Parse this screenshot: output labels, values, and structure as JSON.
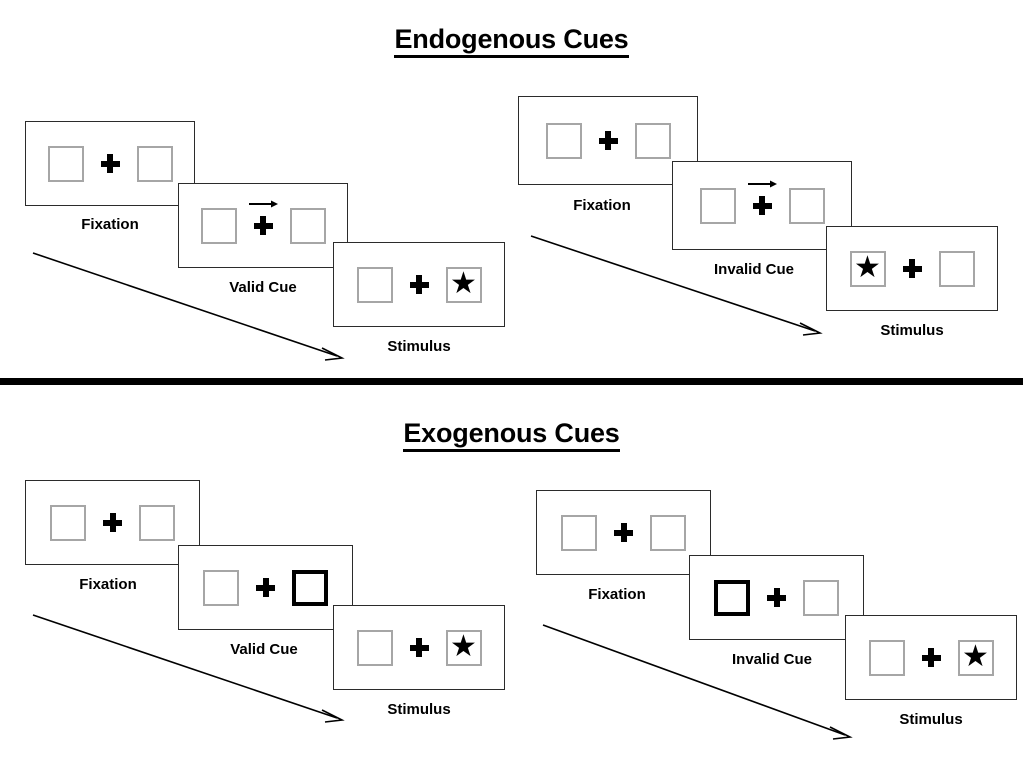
{
  "figure": {
    "title_endogenous": "Endogenous Cues",
    "title_exogenous": "Exogenous Cues",
    "colors": {
      "ink": "#000000",
      "frame_border": "#2b2b2b",
      "box_border": "#a6a6a6",
      "box_highlight": "#000000",
      "background": "#ffffff"
    }
  },
  "labels": {
    "fixation": "Fixation",
    "valid_cue": "Valid Cue",
    "invalid_cue": "Invalid Cue",
    "stimulus": "Stimulus",
    "star_glyph": "★"
  },
  "sections": [
    {
      "id": "endogenous",
      "title": "Endogenous Cues",
      "sequences": [
        {
          "id": "endogenous-valid",
          "frames": [
            {
              "caption": "Fixation",
              "left_box": "empty",
              "right_box": "empty",
              "cue": "none"
            },
            {
              "caption": "Valid Cue",
              "left_box": "empty",
              "right_box": "empty",
              "cue": "arrow-right"
            },
            {
              "caption": "Stimulus",
              "left_box": "empty",
              "right_box": "star",
              "cue": "none"
            }
          ]
        },
        {
          "id": "endogenous-invalid",
          "frames": [
            {
              "caption": "Fixation",
              "left_box": "empty",
              "right_box": "empty",
              "cue": "none"
            },
            {
              "caption": "Invalid Cue",
              "left_box": "empty",
              "right_box": "empty",
              "cue": "arrow-right"
            },
            {
              "caption": "Stimulus",
              "left_box": "star",
              "right_box": "empty",
              "cue": "none"
            }
          ]
        }
      ]
    },
    {
      "id": "exogenous",
      "title": "Exogenous Cues",
      "sequences": [
        {
          "id": "exogenous-valid",
          "frames": [
            {
              "caption": "Fixation",
              "left_box": "empty",
              "right_box": "empty",
              "cue": "none"
            },
            {
              "caption": "Valid Cue",
              "left_box": "empty",
              "right_box": "highlight",
              "cue": "none"
            },
            {
              "caption": "Stimulus",
              "left_box": "empty",
              "right_box": "star",
              "cue": "none"
            }
          ]
        },
        {
          "id": "exogenous-invalid",
          "frames": [
            {
              "caption": "Fixation",
              "left_box": "empty",
              "right_box": "empty",
              "cue": "none"
            },
            {
              "caption": "Invalid Cue",
              "left_box": "highlight",
              "right_box": "empty",
              "cue": "none"
            },
            {
              "caption": "Stimulus",
              "left_box": "empty",
              "right_box": "star",
              "cue": "none"
            }
          ]
        }
      ]
    }
  ]
}
